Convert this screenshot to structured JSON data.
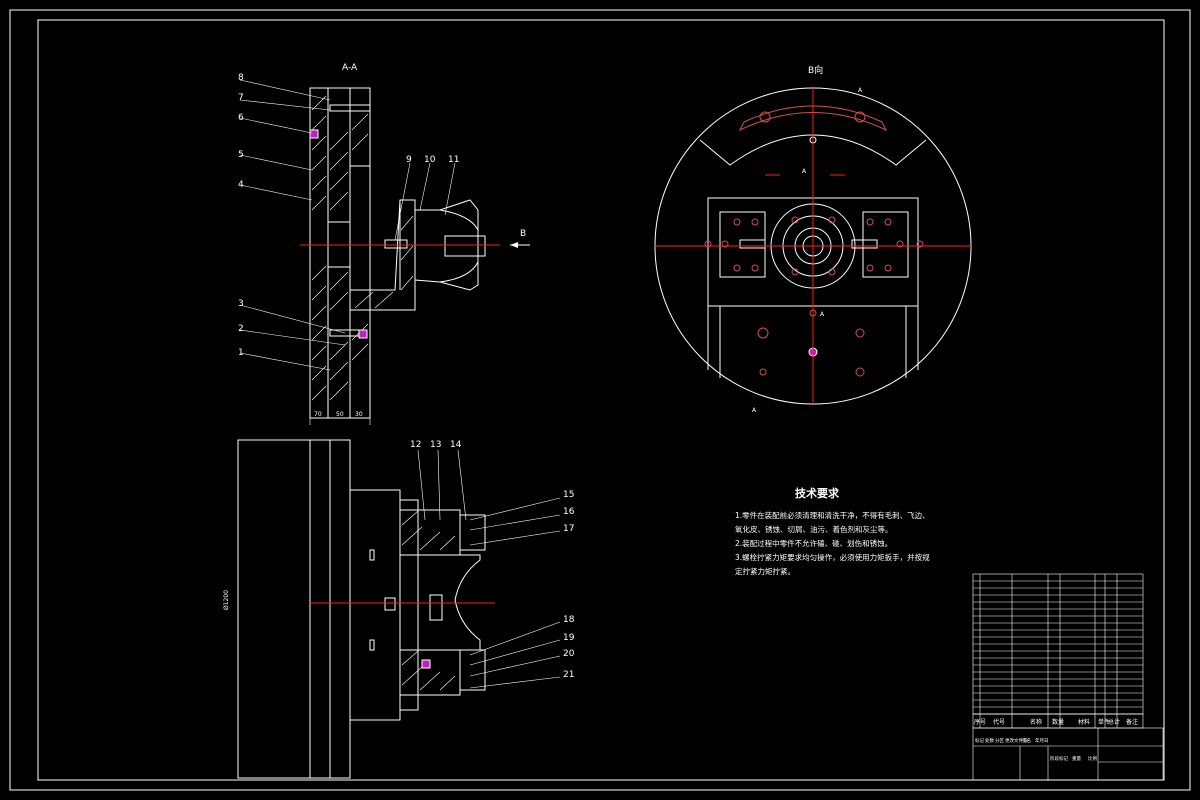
{
  "section_view": {
    "title": "A-A",
    "part_numbers": [
      "1",
      "2",
      "3",
      "4",
      "5",
      "6",
      "7",
      "8",
      "9",
      "10",
      "11"
    ],
    "bottom_dims": [
      "70",
      "50",
      "30"
    ]
  },
  "side_view": {
    "part_numbers": [
      "12",
      "13",
      "14",
      "15",
      "16",
      "17",
      "18",
      "19",
      "20",
      "21"
    ],
    "dim": "Ø1200"
  },
  "view_b": {
    "title": "B向",
    "arrow": "B",
    "section_marks": [
      "A",
      "A",
      "A",
      "A"
    ]
  },
  "tech_requirements": {
    "title": "技术要求",
    "lines": [
      "1.零件在装配前必须清理和清洗干净，不得有毛刺、飞边、",
      "氧化皮、锈蚀、切屑、油污、着色剂和灰尘等。",
      "2.装配过程中零件不允许磕、碰、划伤和锈蚀。",
      "3.螺栓拧紧力矩要求均匀操作，必须使用力矩扳手，并按规",
      "定拧紧力矩拧紧。"
    ]
  },
  "title_block": {
    "headers": [
      "序号",
      "代号",
      "名称",
      "数量",
      "材料",
      "单件",
      "总计",
      "备注"
    ],
    "footer": [
      "标记",
      "处数",
      "分区",
      "更改文件号",
      "签名",
      "年月日",
      "阶段标记",
      "重量",
      "比例"
    ]
  }
}
